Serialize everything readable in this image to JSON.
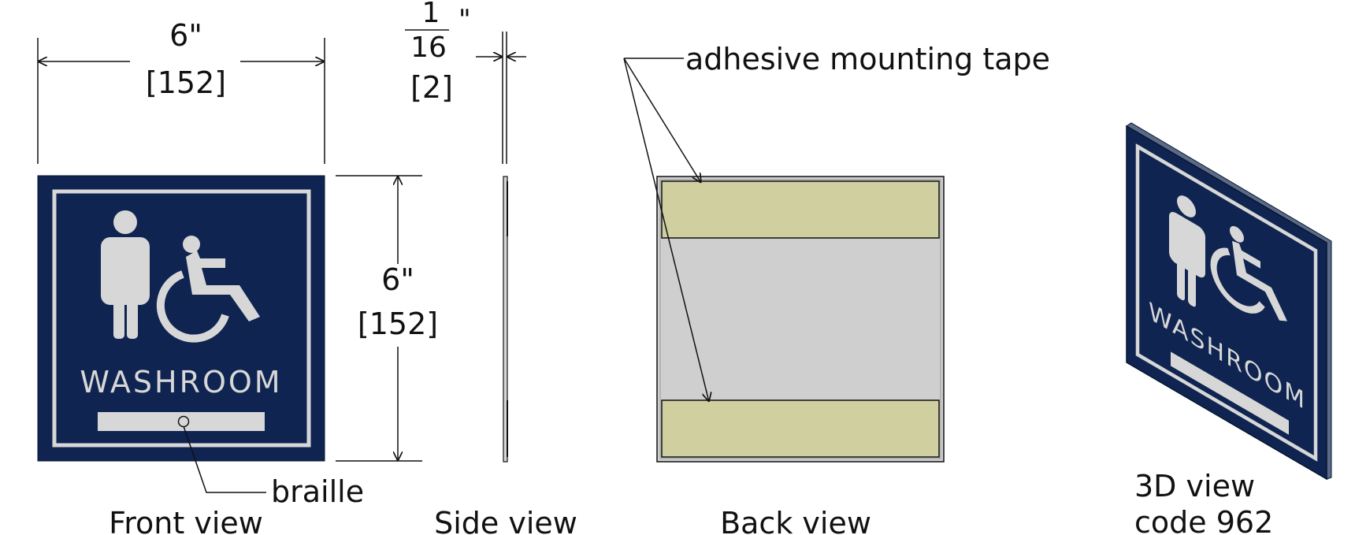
{
  "colors": {
    "sign_face": "#0f2450",
    "sign_edge": "#07162f",
    "silver": "#d7d7d7",
    "back_panel": "#cfcfcf",
    "tape": "#cfcf9f",
    "line": "#111111"
  },
  "icons": [
    "male-figure-icon",
    "wheelchair-accessible-icon",
    "braille-dot-icon"
  ],
  "front": {
    "width_in": "6\"",
    "width_mm": "[152]",
    "height_in": "6\"",
    "height_mm": "[152]",
    "sign_text": "WASHROOM",
    "braille_label": "braille",
    "caption": "Front view"
  },
  "side": {
    "thickness_num": "1",
    "thickness_den": "16",
    "thickness_unit": "\"",
    "thickness_mm": "[2]",
    "caption": "Side view"
  },
  "back": {
    "tape_label": "adhesive mounting tape",
    "caption": "Back view"
  },
  "iso": {
    "sign_text": "WASHROOM",
    "caption_line1": "3D view",
    "caption_line2": "code 962"
  }
}
